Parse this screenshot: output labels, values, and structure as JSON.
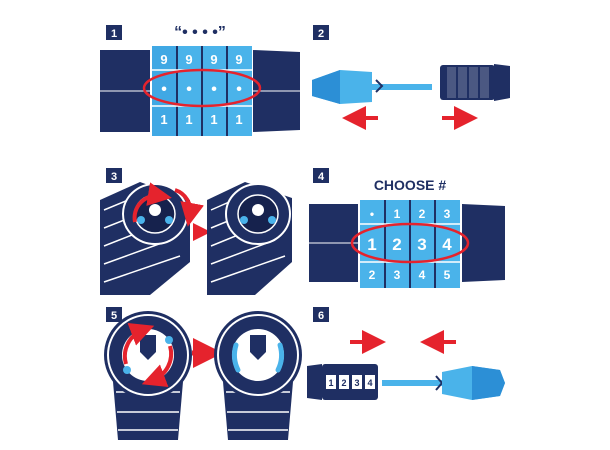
{
  "colors": {
    "navy": "#1f2f63",
    "dark_navy": "#16224d",
    "light_blue": "#4ab3ea",
    "mid_blue": "#2c8fd6",
    "red": "#e5232d",
    "white": "#ffffff"
  },
  "steps": [
    {
      "number": "1",
      "caption": "“• • • •”",
      "dials_top": [
        "9",
        "9",
        "9",
        "9"
      ],
      "dials_mid": [
        "•",
        "•",
        "•",
        "•"
      ],
      "dials_bottom": [
        "1",
        "1",
        "1",
        "1"
      ]
    },
    {
      "number": "2"
    },
    {
      "number": "3"
    },
    {
      "number": "4",
      "caption": "CHOOSE #",
      "dials_top": [
        "•",
        "1",
        "2",
        "3"
      ],
      "dials_mid": [
        "1",
        "2",
        "3",
        "4"
      ],
      "dials_bottom": [
        "2",
        "3",
        "4",
        "5"
      ]
    },
    {
      "number": "5"
    },
    {
      "number": "6",
      "dials_small": [
        "1",
        "2",
        "3",
        "4"
      ]
    }
  ],
  "icons": [
    "arrow-left-icon",
    "arrow-right-icon",
    "rotate-arrow-icon"
  ]
}
